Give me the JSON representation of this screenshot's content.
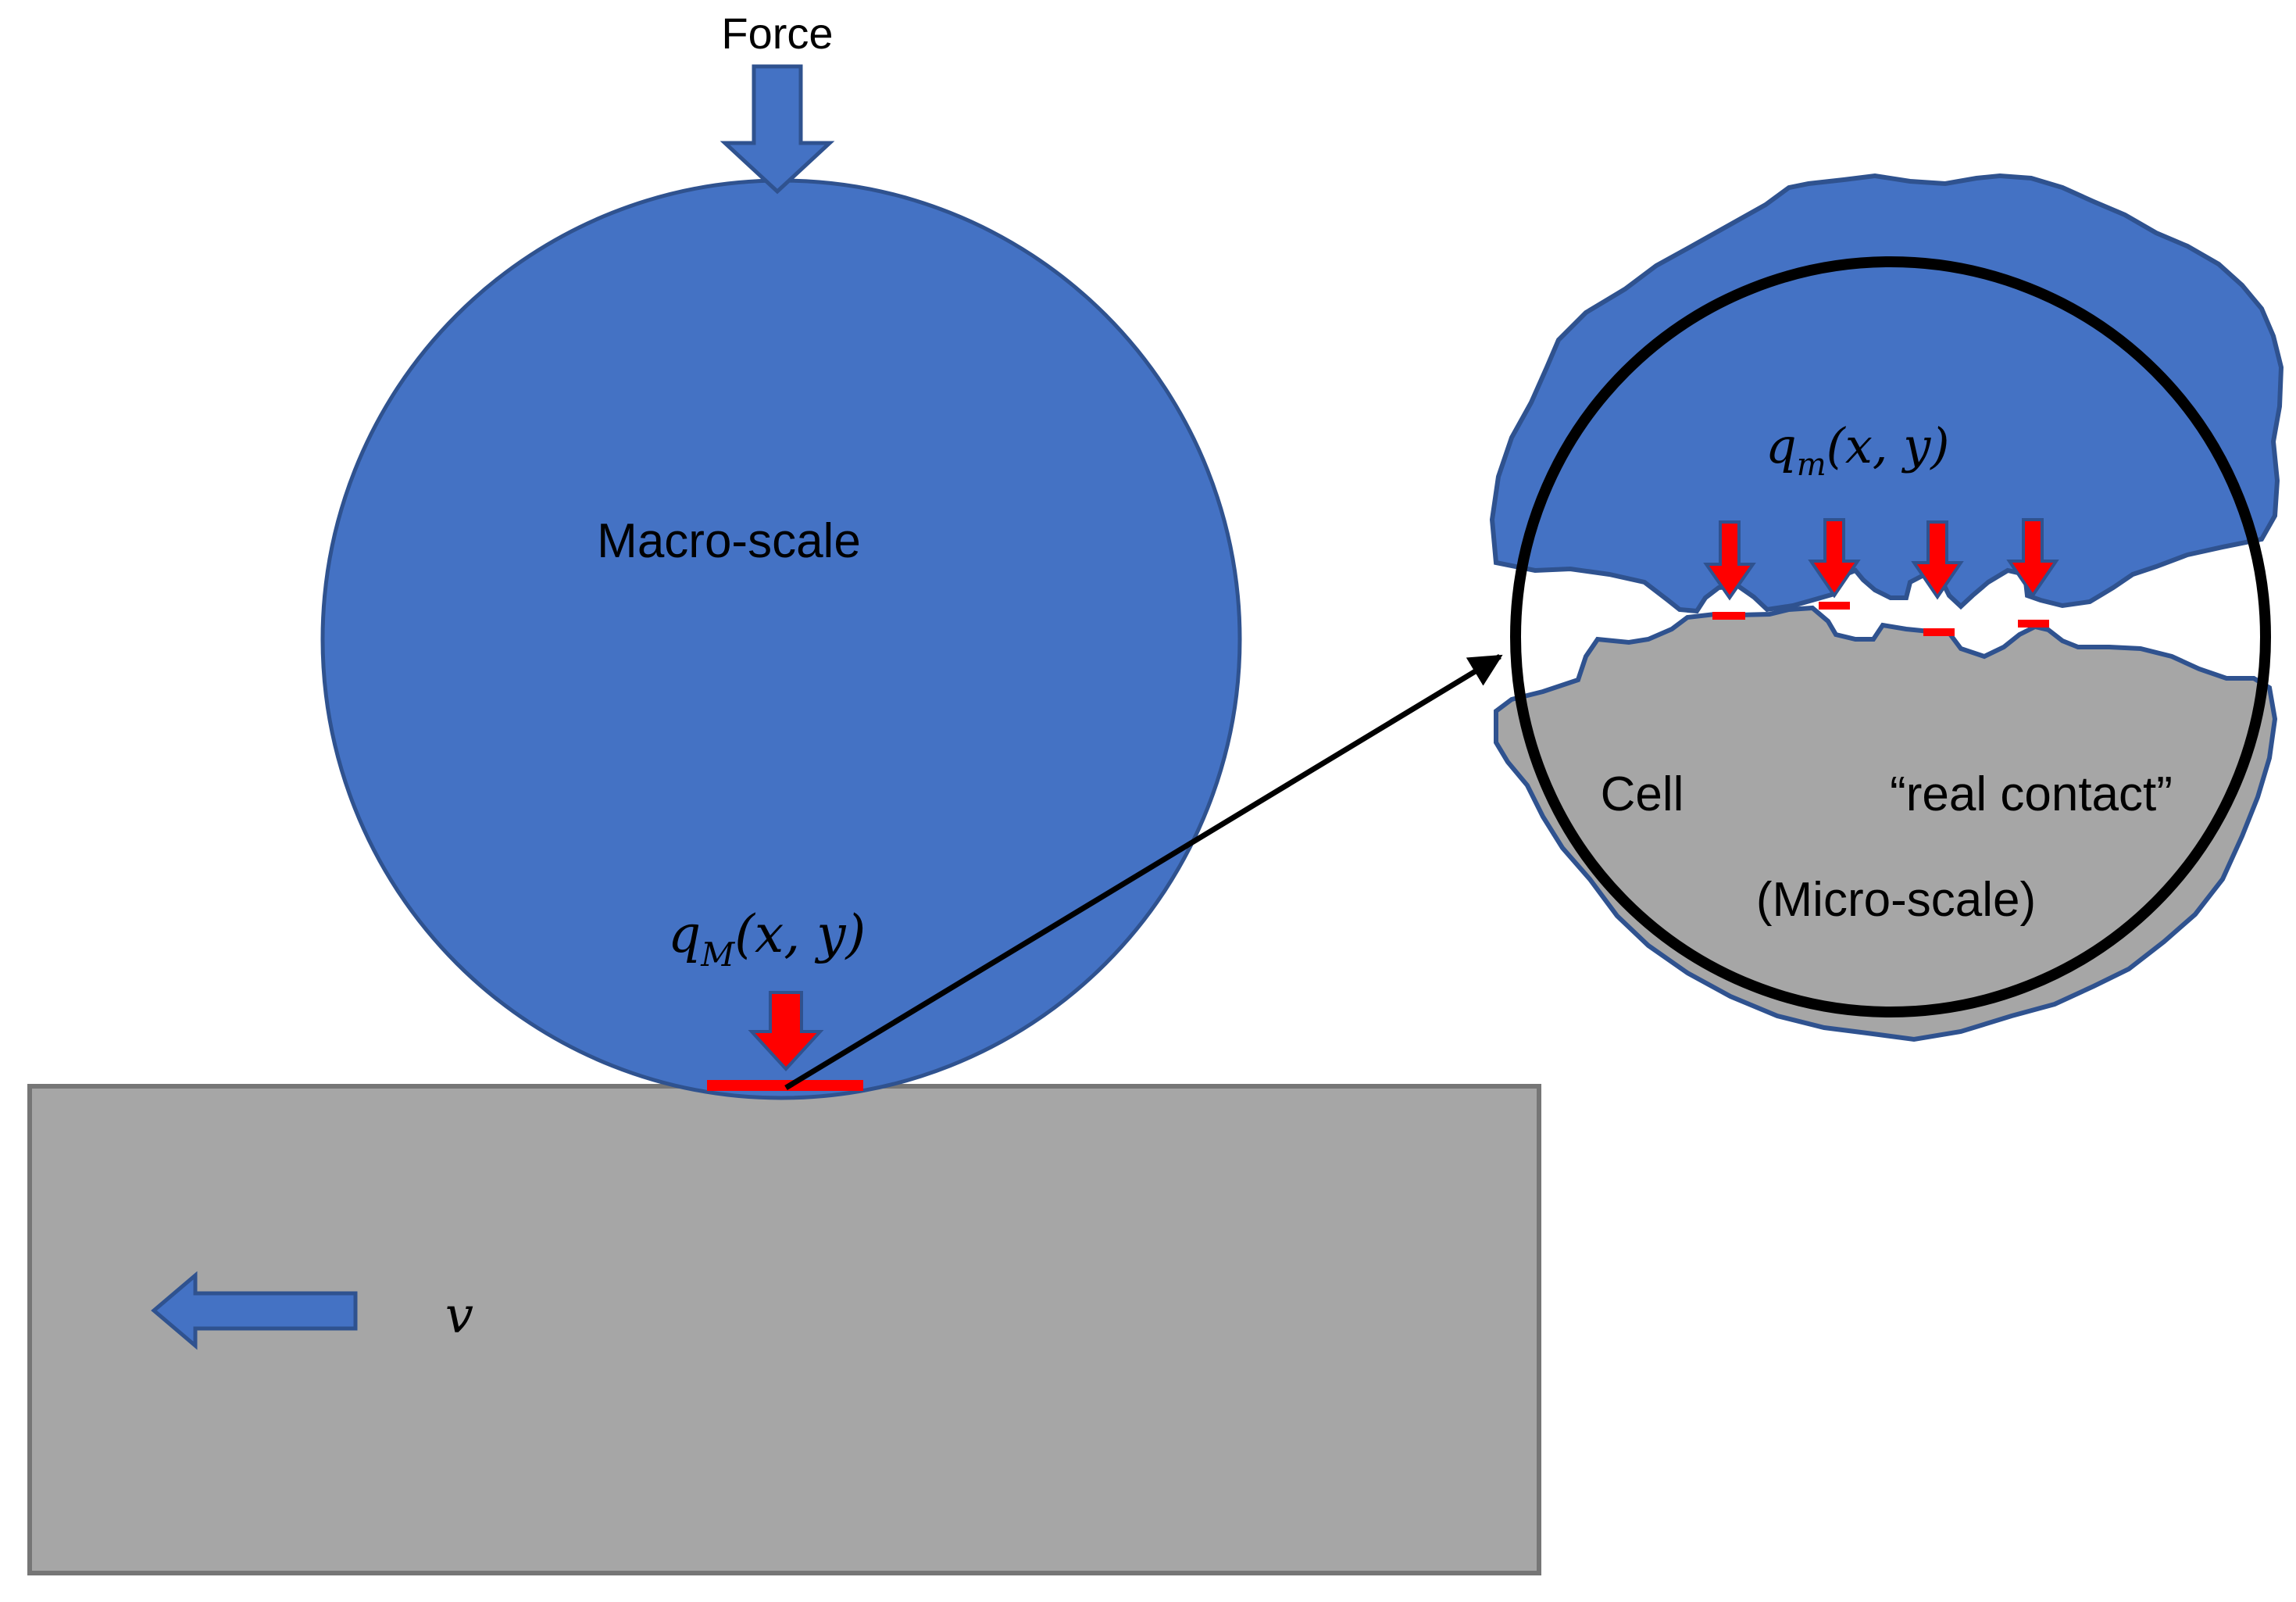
{
  "labels": {
    "force": "Force",
    "macro_scale": "Macro-scale",
    "velocity": "v",
    "cell": "Cell",
    "real_contact": "“real contact”",
    "micro_scale": "(Micro-scale)"
  },
  "math": {
    "macro_pressure": {
      "symbol": "q",
      "subscript": "M",
      "args": "(x, y)"
    },
    "micro_pressure": {
      "symbol": "q",
      "subscript": "m",
      "args": "(x, y)"
    }
  },
  "colors": {
    "body_fill": "#4472c4",
    "body_stroke": "#2f528f",
    "substrate_fill": "#a6a6a6",
    "substrate_stroke": "#767676",
    "contact": "#ff0000",
    "lens": "#000000"
  }
}
